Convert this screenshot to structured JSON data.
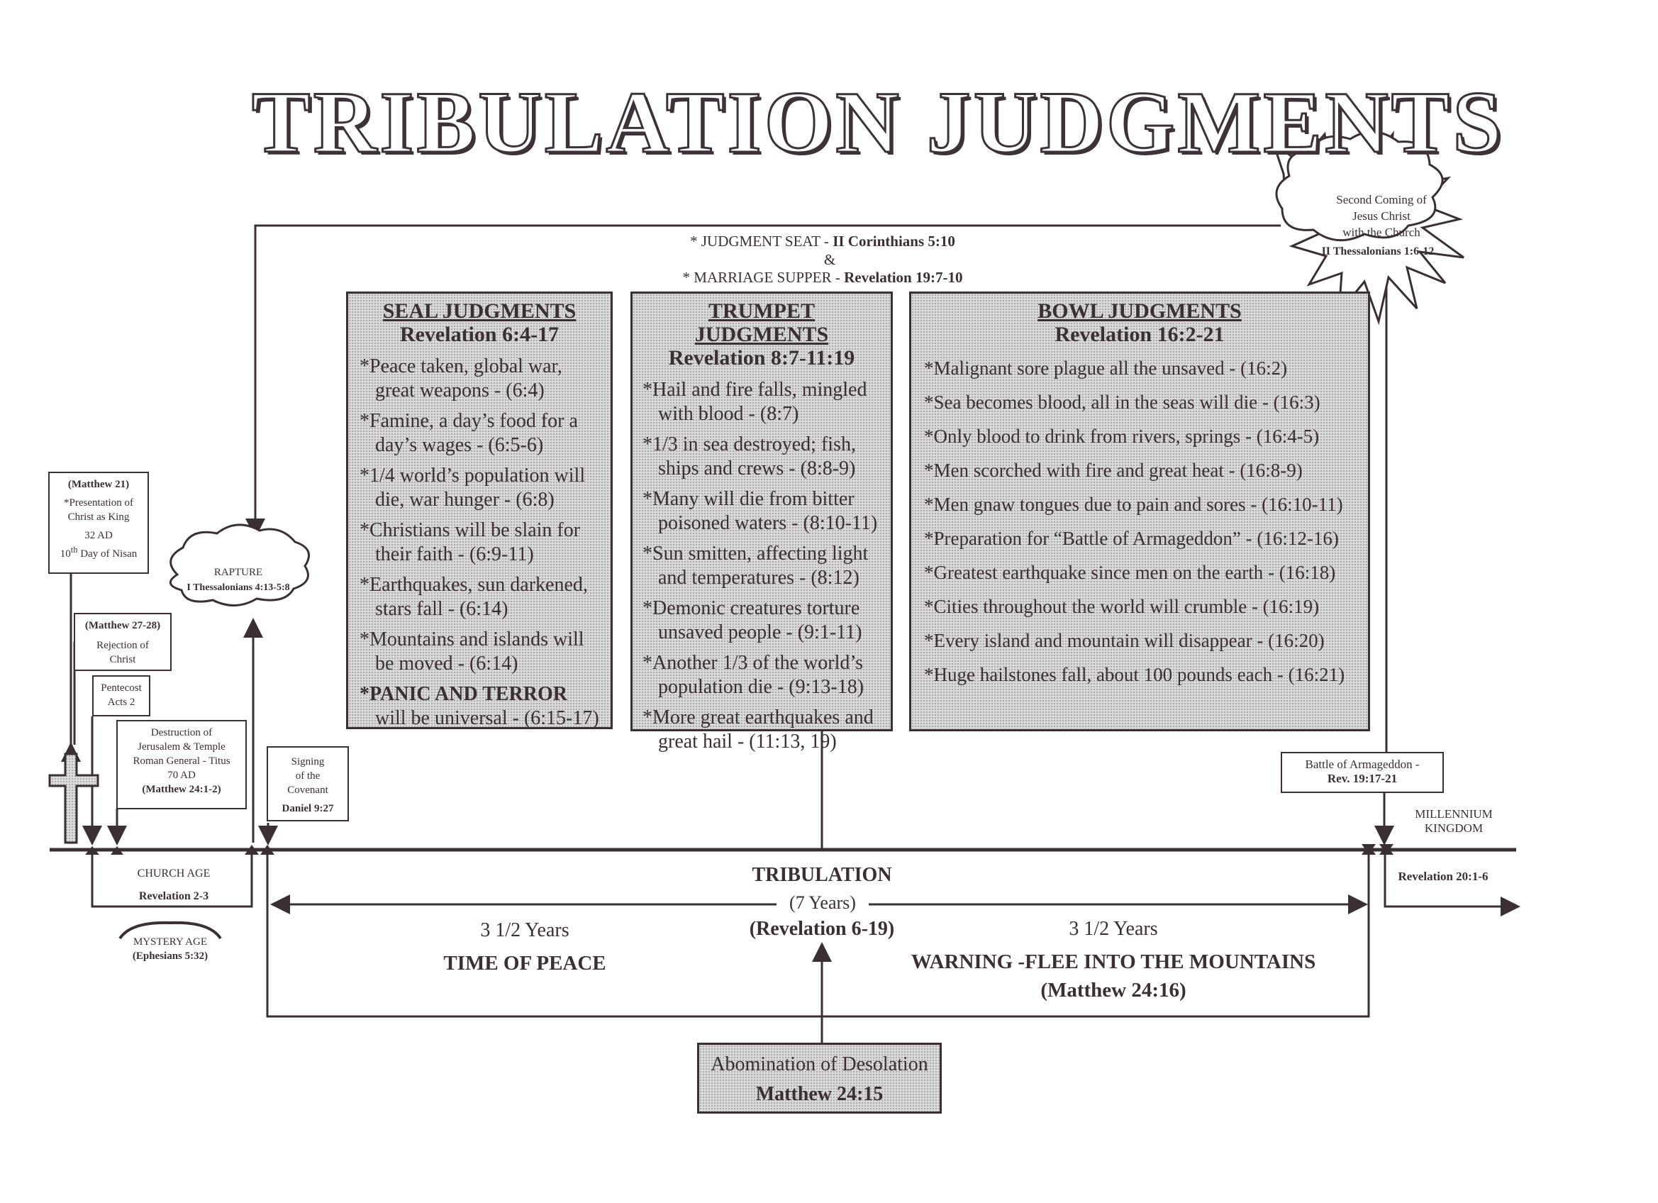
{
  "title": "TRIBULATION JUDGMENTS",
  "top_bar": {
    "judgment_seat": "* JUDGMENT SEAT -",
    "judgment_seat_ref": "II Corinthians 5:10",
    "ampersand": "&",
    "marriage_supper": "* MARRIAGE SUPPER -",
    "marriage_supper_ref": "Revelation 19:7-10"
  },
  "second_coming": {
    "line1": "Second Coming of",
    "line2": "Jesus Christ",
    "line3": "with the  Church",
    "ref": "II Thessalonians 1:6-12"
  },
  "seal": {
    "title": "SEAL JUDGMENTS",
    "ref": "Revelation 6:4-17",
    "items": [
      "*Peace taken, global war, great   weapons - (6:4)",
      "*Famine, a day’s food for a day’s wages - (6:5-6)",
      "*1/4 world’s population will die,  war hunger - (6:8)",
      "*Christians will be slain for their faith - (6:9-11)",
      "*Earthquakes, sun darkened, stars fall - (6:14)",
      "*Mountains and islands will be moved - (6:14)"
    ],
    "last_bold": "*PANIC AND TERROR",
    "last_rest": "will be universal - (6:15-17)"
  },
  "trumpet": {
    "title": "TRUMPET JUDGMENTS",
    "ref": "Revelation 8:7-11:19",
    "items": [
      "*Hail and fire falls, mingled with blood - (8:7)",
      "*1/3 in sea destroyed; fish, ships and crews - (8:8-9)",
      "*Many will die from bitter poisoned waters - (8:10-11)",
      "*Sun smitten, affecting light and temperatures - (8:12)",
      "*Demonic creatures torture unsaved people - (9:1-11)",
      "*Another 1/3 of the world’s population die - (9:13-18)",
      "*More great earthquakes and great hail - (11:13, 19)"
    ]
  },
  "bowl": {
    "title": "BOWL JUDGMENTS",
    "ref": "Revelation 16:2-21",
    "items": [
      "*Malignant sore plague all the unsaved - (16:2)",
      "*Sea becomes blood, all in the seas will die - (16:3)",
      "*Only blood to drink from rivers, springs - (16:4-5)",
      "*Men scorched with fire and great heat - (16:8-9)",
      "*Men gnaw tongues due to pain and sores - (16:10-11)",
      "*Preparation for “Battle of Armageddon” - (16:12-16)",
      "*Greatest earthquake since men on the earth - (16:18)",
      "*Cities throughout the world will crumble - (16:19)",
      "*Every island and mountain will disappear - (16:20)",
      "*Huge hailstones fall, about 100 pounds each - (16:21)"
    ]
  },
  "left_notes": {
    "matt21": {
      "ref": "(Matthew 21)",
      "l1": "*Presentation of",
      "l2": "Christ as King",
      "l3": "32 AD",
      "l4a": "10",
      "l4sup": "th",
      "l4b": "  Day of Nisan"
    },
    "matt27": {
      "ref": "(Matthew 27-28)",
      "l1": "Rejection of",
      "l2": "Christ"
    },
    "pentecost": {
      "l1": "Pentecost",
      "l2": "Acts 2"
    },
    "destruction": {
      "l1": "Destruction of",
      "l2": "Jerusalem & Temple",
      "l3": "Roman General - Titus",
      "l4": "70 AD",
      "ref": "(Matthew 24:1-2)"
    },
    "rapture": {
      "l1": "RAPTURE",
      "ref": "I Thessalonians 4:13-5:8"
    },
    "covenant": {
      "l1": "Signing",
      "l2": "of the",
      "l3": "Covenant",
      "ref": "Daniel 9:27"
    },
    "church_age": {
      "l1": "CHURCH AGE",
      "ref": "Revelation 2-3"
    },
    "mystery": {
      "l1": "MYSTERY AGE",
      "ref": "(Ephesians 5:32)"
    }
  },
  "right_notes": {
    "armageddon": {
      "l1": "Battle of Armageddon -",
      "ref": "Rev. 19:17-21"
    },
    "millennium": {
      "l1": "MILLENNIUM",
      "l2": "KINGDOM",
      "ref": "Revelation 20:1-6"
    }
  },
  "tribulation": {
    "label": "TRIBULATION",
    "years": "(7 Years)",
    "ref": "(Revelation 6-19)",
    "first_half": "3 1/2 Years",
    "first_label": "TIME OF PEACE",
    "second_half": "3 1/2 Years",
    "second_label": "WARNING -FLEE INTO THE MOUNTAINS",
    "second_ref": "(Matthew 24:16)"
  },
  "abomination": {
    "l1": "Abomination of Desolation",
    "ref": "Matthew 24:15"
  }
}
